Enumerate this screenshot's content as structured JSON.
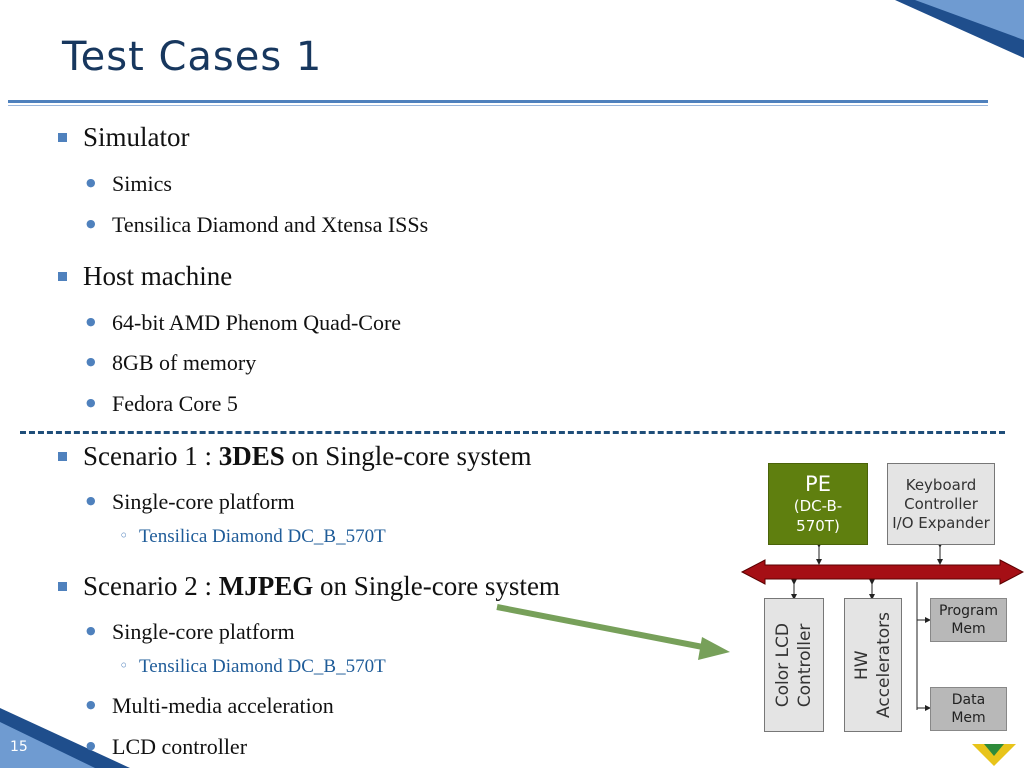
{
  "slide": {
    "title": "Test Cases 1",
    "page_number": "15"
  },
  "bullets": {
    "simulator": "Simulator",
    "simics": "Simics",
    "tensilica_iss": "Tensilica Diamond and Xtensa ISSs",
    "host_machine": "Host machine",
    "amd": "64-bit AMD Phenom Quad-Core",
    "memory": "8GB of memory",
    "fedora": "Fedora Core 5",
    "s1_prefix": "Scenario 1 : ",
    "s1_bold": "3DES",
    "s1_suffix": " on Single-core system",
    "s1_platform": "Single-core platform",
    "s1_core": "Tensilica Diamond DC_B_570T",
    "s2_prefix": "Scenario 2 : ",
    "s2_bold": "MJPEG",
    "s2_suffix": " on Single-core system",
    "s2_platform": "Single-core platform",
    "s2_core": "Tensilica Diamond DC_B_570T",
    "multimedia": "Multi-media acceleration",
    "lcd": "LCD controller"
  },
  "diagram": {
    "pe_title": "PE",
    "pe_sub1": "(DC-B-",
    "pe_sub2": "570T)",
    "kbd1": "Keyboard",
    "kbd2": "Controller",
    "kbd3": "I/O Expander",
    "lcd1": "Color LCD",
    "lcd2": "Controller",
    "hw1": "HW",
    "hw2": "Accelerators",
    "prog1": "Program",
    "prog2": "Mem",
    "data1": "Data",
    "data2": "Mem"
  },
  "colors": {
    "title": "#17375e",
    "accent": "#4f81bd",
    "pe_green": "#5f7f0f",
    "bus_red": "#a50f15",
    "arrow_green": "#77a05a"
  }
}
